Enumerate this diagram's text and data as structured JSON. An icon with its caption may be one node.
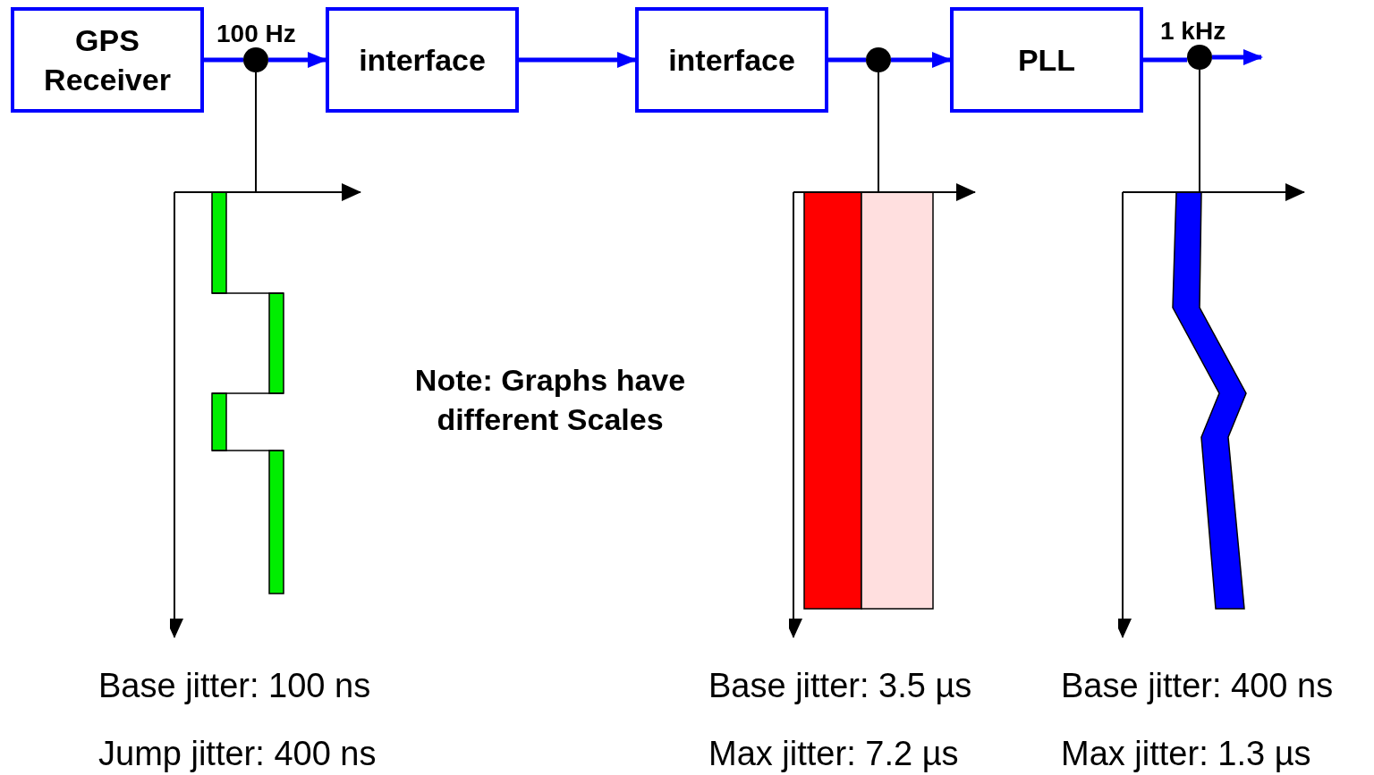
{
  "diagram": {
    "nodes": [
      {
        "text": [
          "GPS Receiver"
        ]
      },
      {
        "text": [
          "interface"
        ]
      },
      {
        "text": [
          "interface"
        ]
      },
      {
        "text": [
          "PLL"
        ]
      },
      {
        "text": [],
        "shape": "circle"
      },
      {
        "text": [],
        "shape": "circle"
      },
      {
        "text": [],
        "shape": "circle"
      },
      {
        "text": [],
        "shape": "chart",
        "beside": [
          "Base jitter: 100 ns",
          "Jump jitter: 400 ns"
        ]
      },
      {
        "text": [],
        "shape": "chart",
        "beside": [
          "Base jitter: 3.5 µs",
          "Max jitter: 7.2 µs"
        ]
      },
      {
        "text": [],
        "shape": "chart",
        "beside": [
          "Base jitter: 400 ns",
          "Max jitter: 1.3 µs"
        ]
      }
    ],
    "edges": [
      {
        "from": 0,
        "to": 4,
        "arrow": "none"
      },
      {
        "from": 4,
        "to": 1,
        "arrow": "to",
        "label": "100 Hz"
      },
      {
        "from": 1,
        "to": 2,
        "arrow": "to"
      },
      {
        "from": 2,
        "to": 5,
        "arrow": "none"
      },
      {
        "from": 5,
        "to": 3,
        "arrow": "to"
      },
      {
        "from": 3,
        "to": 6,
        "arrow": "none"
      },
      {
        "from": 6,
        "to": null,
        "arrow": "to",
        "label": "1 kHz"
      },
      {
        "from": 4,
        "to": 7,
        "arrow": "none",
        "color": "#000000"
      },
      {
        "from": 5,
        "to": 8,
        "arrow": "none",
        "color": "#000000"
      },
      {
        "from": 6,
        "to": 9,
        "arrow": "none",
        "color": "#000000"
      }
    ],
    "labels": [
      "Note: Graphs have different Scales"
    ]
  }
}
